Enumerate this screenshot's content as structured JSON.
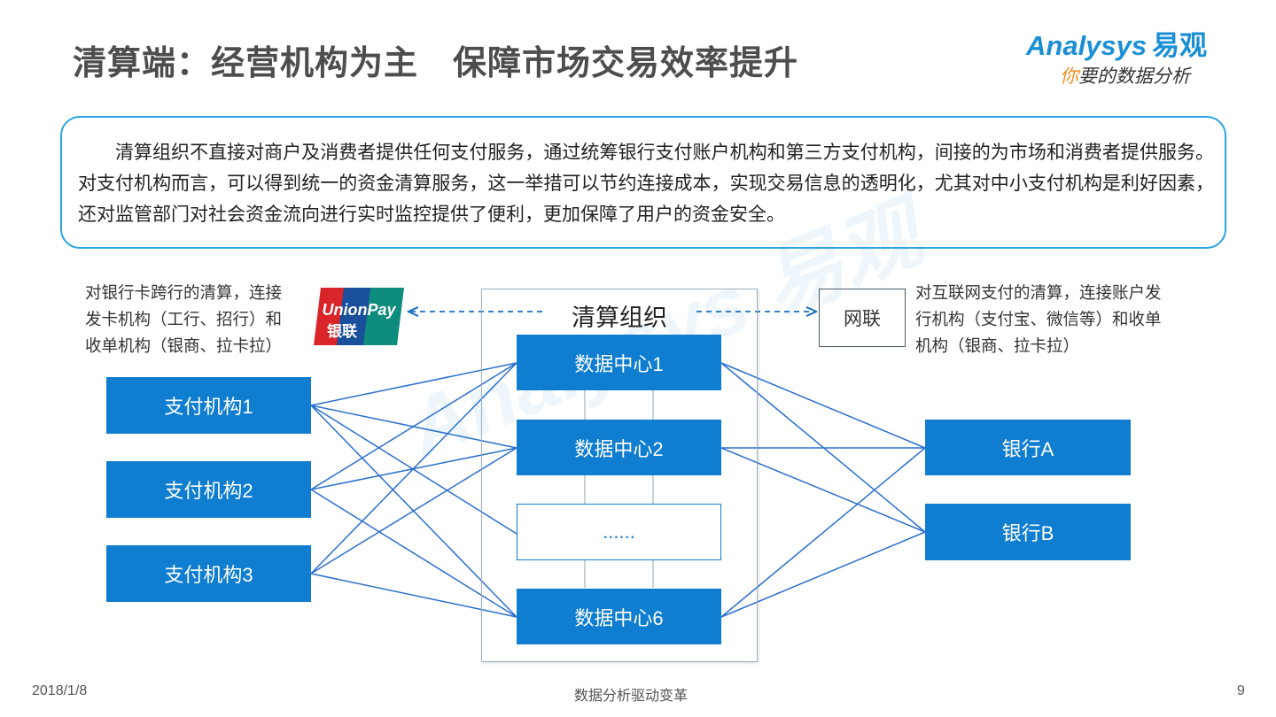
{
  "header": {
    "title": "清算端：经营机构为主　保障市场交易效率提升",
    "logo_en": "Analysys",
    "logo_cn": "易观",
    "logo_tagline_first": "你",
    "logo_tagline_rest": "要的数据分析"
  },
  "intro_text": "清算组织不直接对商户及消费者提供任何支付服务，通过统筹银行支付账户机构和第三方支付机构，间接的为市场和消费者提供服务。对支付机构而言，可以得到统一的资金清算服务，这一举措可以节约连接成本，实现交易信息的透明化，尤其对中小支付机构是利好因素，还对监管部门对社会资金流向进行实时监控提供了便利，更加保障了用户的资金安全。",
  "diagram": {
    "left_note": [
      "对银行卡跨行的清算，连接",
      "发卡机构（工行、招行）和",
      "收单机构（银商、拉卡拉）"
    ],
    "right_note": [
      "对互联网支付的清算，连接账户发",
      "行机构（支付宝、微信等）和收单",
      "机构（银商、拉卡拉）"
    ],
    "unionpay_en": "UnionPay",
    "unionpay_cn": "银联",
    "clearing_title": "清算组织",
    "netlink_label": "网联",
    "payment_institutions": [
      "支付机构1",
      "支付机构2",
      "支付机构3"
    ],
    "data_centers": [
      "数据中心1",
      "数据中心2",
      "......",
      "数据中心6"
    ],
    "banks": [
      "银行A",
      "银行B"
    ]
  },
  "footer": {
    "date": "2018/1/8",
    "slogan": "数据分析驱动变革",
    "page": "9"
  },
  "colors": {
    "accent": "#0f7dd0",
    "border": "#2aa4e3",
    "orange": "#f08c1e"
  }
}
